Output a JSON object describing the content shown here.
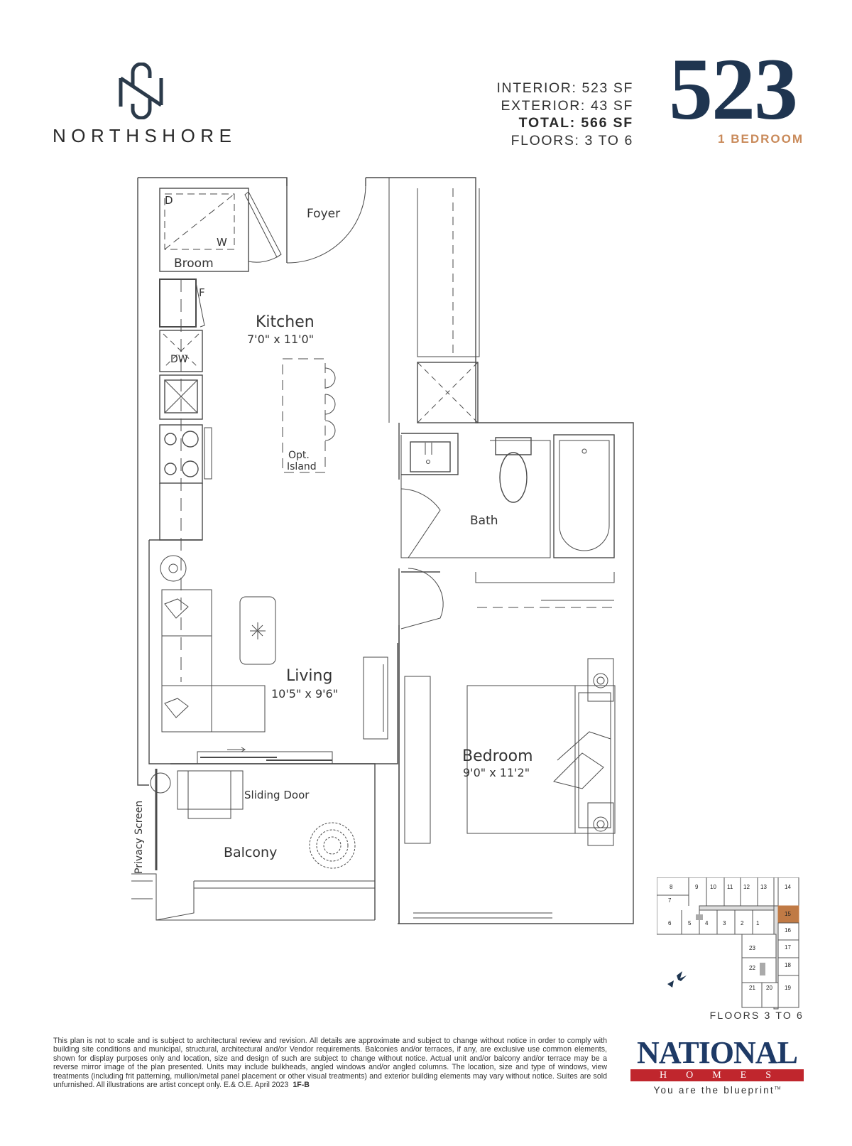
{
  "brand": {
    "name": "NORTHSHORE",
    "logo_icon": "ns-monogram-icon",
    "color": "#2b3a4a"
  },
  "specs": {
    "interior": "INTERIOR: 523 SF",
    "exterior": "EXTERIOR: 43 SF",
    "total": "TOTAL: 566 SF",
    "floors": "FLOORS:  3 TO 6"
  },
  "suite": {
    "number": "523",
    "type": "1 BEDROOM",
    "number_color": "#1f3550",
    "type_color": "#c98a5a"
  },
  "floor_plan": {
    "rooms": {
      "foyer": "Foyer",
      "broom": "Broom",
      "kitchen": "Kitchen",
      "kitchen_dims": "7'0\" x 11'0\"",
      "island": [
        "Opt.",
        "Island"
      ],
      "living": "Living",
      "living_dims": "10'5\" x 9'6\"",
      "bath": "Bath",
      "bedroom": "Bedroom",
      "bedroom_dims": "9'0\" x 11'2\"",
      "balcony": "Balcony",
      "sliding_door": "Sliding Door",
      "privacy_screen": "Privacy Screen"
    },
    "appliance_labels": {
      "dryer": "D",
      "washer": "W",
      "fridge": "F",
      "dishwasher": "DW"
    }
  },
  "key_plan": {
    "units": [
      "1",
      "2",
      "3",
      "4",
      "5",
      "6",
      "7",
      "8",
      "9",
      "10",
      "11",
      "12",
      "13",
      "14",
      "15",
      "16",
      "17",
      "18",
      "19",
      "20",
      "21",
      "22",
      "23"
    ],
    "highlighted_unit": "15",
    "highlight_color": "#c07a45",
    "north_icon": "north-arrow-icon",
    "floors_label": "FLOORS  3 TO 6"
  },
  "disclaimer": {
    "text": "This plan is not to scale and is subject to architectural review and revision. All details are approximate and subject to change without notice in order to comply with building site conditions and municipal, structural, architectural and/or Vendor requirements. Balconies and/or terraces, if any, are exclusive use common elements, shown for display purposes only and location, size and design of such are subject to change without notice. Actual unit and/or balcony and/or terrace may be a reverse mirror image of the plan presented. Units may include bulkheads, angled windows and/or angled columns. The location, size and type of windows, view treatments (including frit patterning, mullion/metal panel placement or other visual treatments) and exterior building elements may vary without notice. Suites are sold unfurnished. All illustrations are artist concept only. E.& O.E. April 2023",
    "code": "1F-B"
  },
  "builder": {
    "name": "NATIONAL",
    "sub": "HOMES",
    "tagline": "You are the blueprint",
    "trademark": "TM",
    "name_color": "#1e3a66",
    "bar_color": "#c0262d"
  }
}
